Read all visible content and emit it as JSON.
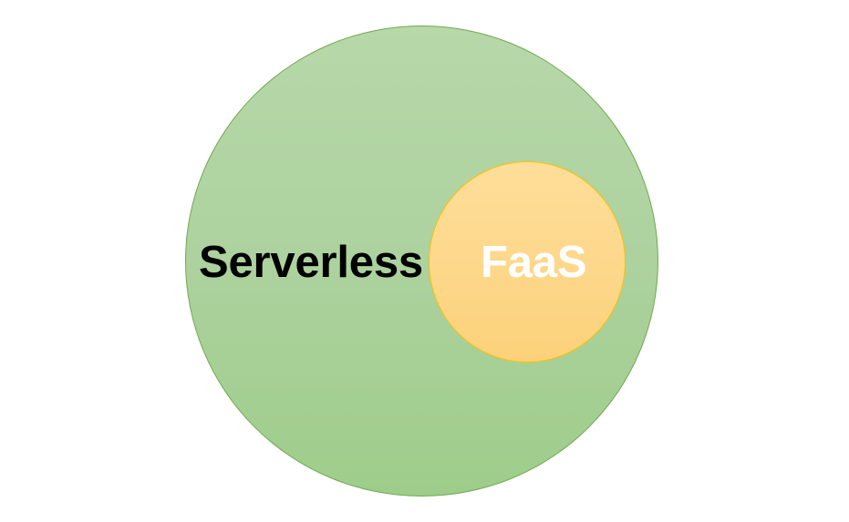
{
  "diagram": {
    "type": "venn-subset",
    "background_color": "#FFFFFF",
    "description": "Nested circle diagram showing FaaS as a subset of Serverless",
    "sets": [
      {
        "id": "outer",
        "label": "Serverless",
        "shape": "circle",
        "fill_start": "#B7D8A9",
        "fill_end": "#9ECD8A",
        "border_color": "#71A950",
        "text_color": "#000000"
      },
      {
        "id": "inner",
        "label": "FaaS",
        "shape": "circle",
        "fill_start": "#FEDE99",
        "fill_end": "#FCD179",
        "border_color": "#FFC000",
        "text_color": "#FFFFFF"
      }
    ]
  }
}
